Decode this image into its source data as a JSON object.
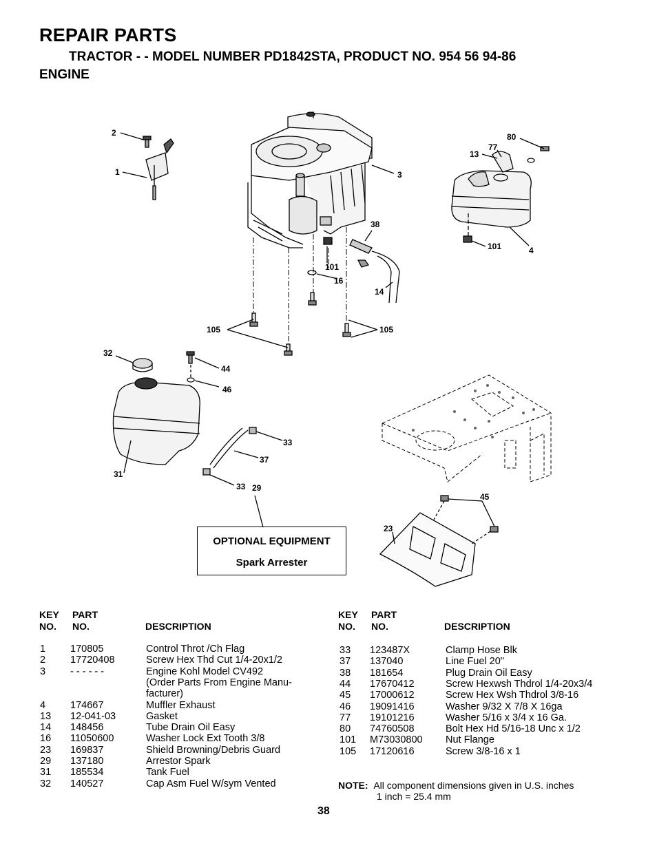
{
  "header": {
    "title": "REPAIR PARTS",
    "subtitle": "TRACTOR - - MODEL NUMBER PD1842STA, PRODUCT NO. 954 56 94-86",
    "section": "ENGINE"
  },
  "diagram": {
    "callouts": [
      "2",
      "1",
      "3",
      "80",
      "77",
      "13",
      "38",
      "101",
      "4",
      "101",
      "16",
      "14",
      "105",
      "105",
      "32",
      "44",
      "46",
      "33",
      "37",
      "31",
      "33",
      "29",
      "45",
      "23"
    ]
  },
  "optional_box": {
    "title": "OPTIONAL EQUIPMENT",
    "item": "Spark Arrester"
  },
  "parts_headers": {
    "key_line1": "KEY",
    "key_line2": "NO.",
    "part_line1": "PART",
    "part_line2": "NO.",
    "description": "DESCRIPTION"
  },
  "parts_left": [
    {
      "key": "1",
      "part": "170805",
      "desc": "Control Throt /Ch Flag"
    },
    {
      "key": "2",
      "part": "17720408",
      "desc": "Screw Hex Thd Cut 1/4-20x1/2"
    },
    {
      "key": "3",
      "part": "- - - - - -",
      "desc": "Engine  Kohl Model CV492"
    },
    {
      "key": "",
      "part": "",
      "desc": "(Order Parts From Engine Manu-"
    },
    {
      "key": "",
      "part": "",
      "desc": "facturer)"
    },
    {
      "key": "4",
      "part": "174667",
      "desc": "Muffler Exhaust"
    },
    {
      "key": "13",
      "part": "12-041-03",
      "desc": "Gasket"
    },
    {
      "key": "14",
      "part": "148456",
      "desc": "Tube Drain Oil Easy"
    },
    {
      "key": "16",
      "part": "11050600",
      "desc": "Washer Lock Ext Tooth 3/8"
    },
    {
      "key": "23",
      "part": "169837",
      "desc": "Shield Browning/Debris Guard"
    },
    {
      "key": "29",
      "part": "137180",
      "desc": "Arrestor Spark"
    },
    {
      "key": "31",
      "part": "185534",
      "desc": "Tank Fuel"
    },
    {
      "key": "32",
      "part": "140527",
      "desc": "Cap Asm Fuel W/sym Vented"
    }
  ],
  "parts_right": [
    {
      "key": "33",
      "part": "123487X",
      "desc": "Clamp Hose Blk"
    },
    {
      "key": "37",
      "part": "137040",
      "desc": "Line Fuel 20\""
    },
    {
      "key": "38",
      "part": "181654",
      "desc": "Plug Drain Oil Easy"
    },
    {
      "key": "44",
      "part": "17670412",
      "desc": "Screw Hexwsh Thdrol 1/4-20x3/4"
    },
    {
      "key": "45",
      "part": "17000612",
      "desc": "Screw Hex Wsh Thdrol  3/8-16"
    },
    {
      "key": "46",
      "part": "19091416",
      "desc": "Washer 9/32 X 7/8 X 16ga"
    },
    {
      "key": "77",
      "part": "19101216",
      "desc": "Washer 5/16 x 3/4 x 16 Ga."
    },
    {
      "key": "80",
      "part": "74760508",
      "desc": "Bolt Hex Hd 5/16-18 Unc x 1/2"
    },
    {
      "key": "101",
      "part": "M73030800",
      "desc": "Nut Flange"
    },
    {
      "key": "105",
      "part": "17120616",
      "desc": "Screw 3/8-16 x 1"
    }
  ],
  "note": {
    "label": "NOTE:",
    "line1": "All component dimensions given in U.S. inches",
    "line2": "1 inch = 25.4 mm"
  },
  "page_number": "38"
}
